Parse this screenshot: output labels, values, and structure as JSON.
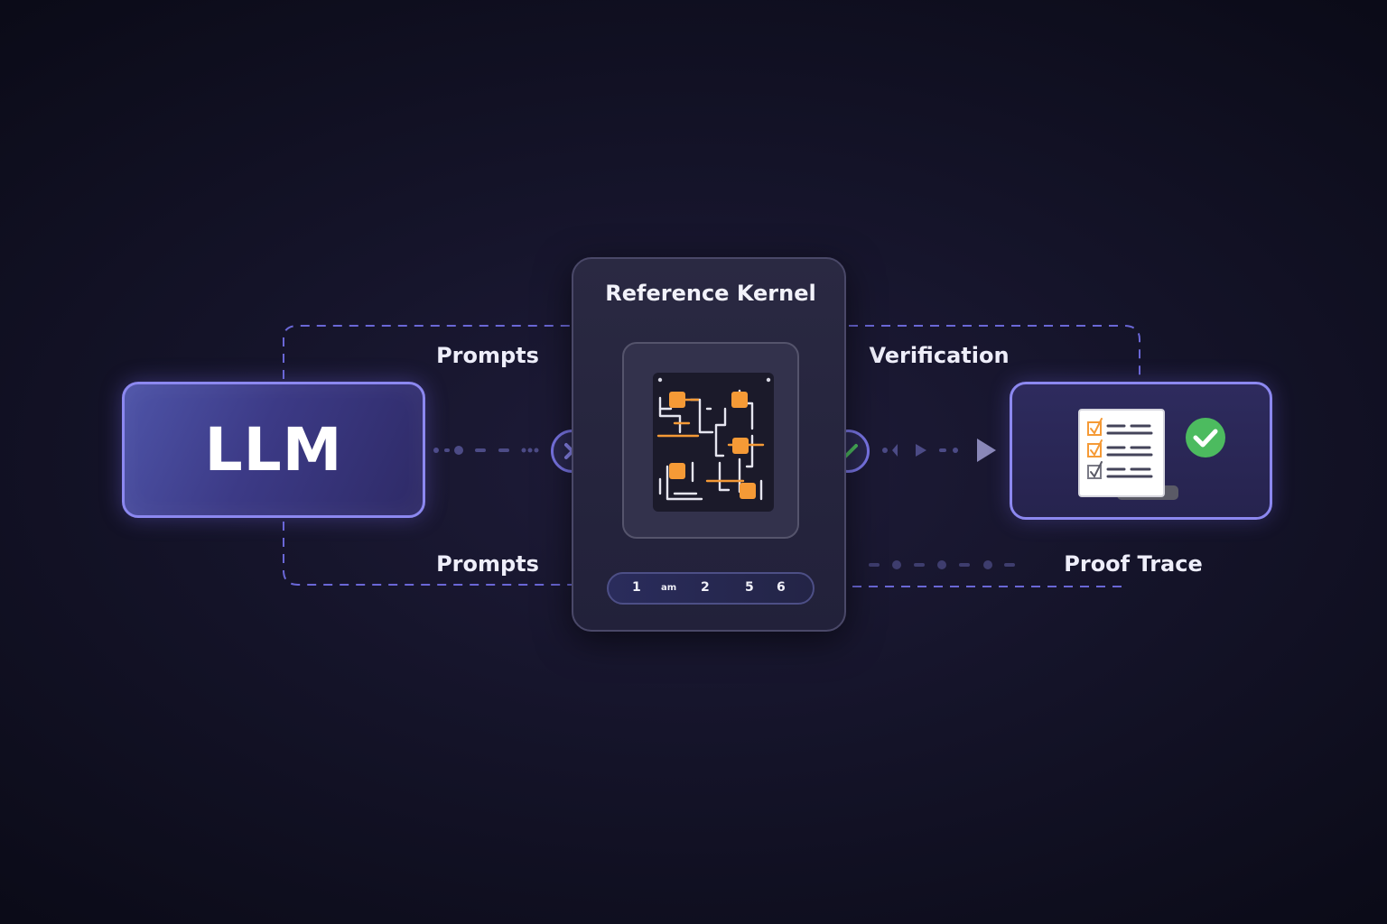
{
  "llm": {
    "title": "LLM"
  },
  "kernel": {
    "title": "Reference Kernel",
    "steps": [
      "1",
      "am",
      "2",
      "5",
      "6"
    ]
  },
  "labels": {
    "prompts_top": "Prompts",
    "prompts_bottom": "Prompts",
    "verification": "Verification",
    "proof_trace": "Proof Trace"
  },
  "colors": {
    "accent": "#8c88f0",
    "dash": "#6b68d8",
    "chip_highlight": "#f59a36",
    "check_green": "#4cbb5f"
  },
  "icons": {
    "reject": "x-icon",
    "accept": "check-icon",
    "proof": "checklist-document-icon",
    "proof_status": "check-circle-icon",
    "flow": "arrow-right-icon"
  }
}
